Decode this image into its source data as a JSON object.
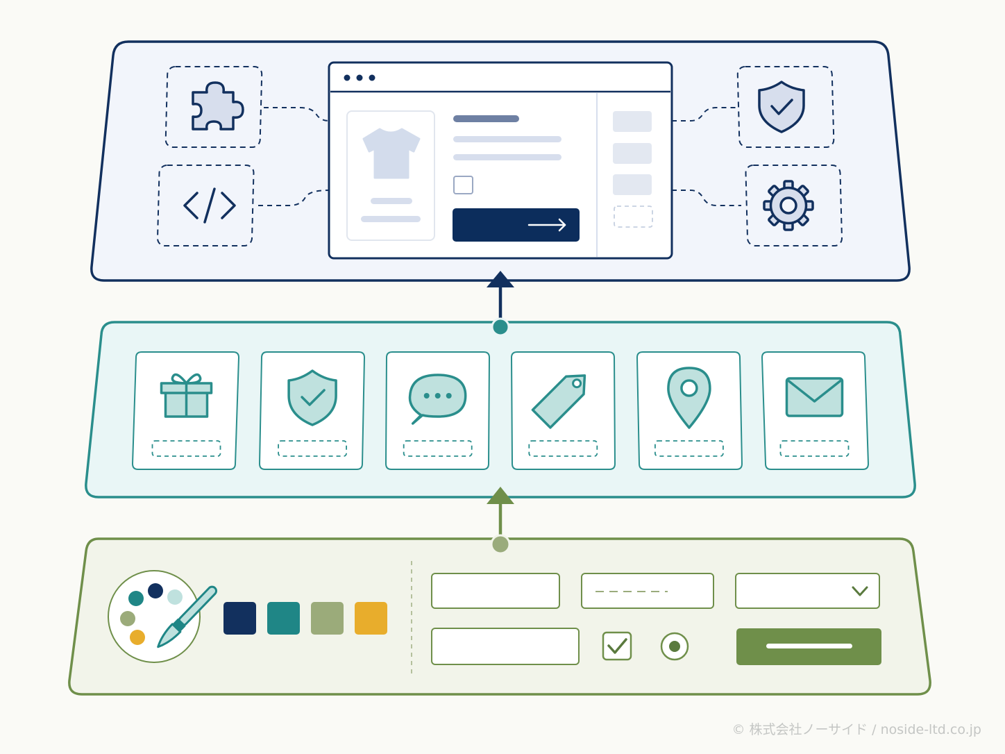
{
  "colors": {
    "background": "#fafaf6",
    "navy": "#12305e",
    "navy_dark": "#0c2d5c",
    "navy_fill": "#f2f5fb",
    "navy_soft": "#d7deed",
    "teal": "#2a8e8c",
    "teal_fill": "#e9f6f6",
    "teal_soft": "#bfe1de",
    "olive": "#6f8f4a",
    "olive_fill": "#f2f4ea",
    "swatch_navy": "#12305e",
    "swatch_teal": "#1f8686",
    "swatch_sage": "#9bab7a",
    "swatch_gold": "#e8ad2c",
    "credit": "#c4c6c4"
  },
  "layers": {
    "top": {
      "side_icons_left": [
        "puzzle-icon",
        "code-icon"
      ],
      "side_icons_right": [
        "shield-check-icon",
        "gear-icon"
      ],
      "browser": {
        "product_icon": "tshirt-icon",
        "cta_icon": "arrow-right-icon"
      }
    },
    "middle": {
      "cards": [
        {
          "icon": "gift-icon"
        },
        {
          "icon": "shield-check-icon"
        },
        {
          "icon": "chat-bubble-icon"
        },
        {
          "icon": "tag-icon"
        },
        {
          "icon": "location-pin-icon"
        },
        {
          "icon": "envelope-icon"
        }
      ]
    },
    "bottom": {
      "palette_icon": "palette-brush-icon",
      "swatches": [
        "#12305e",
        "#1f8686",
        "#9bab7a",
        "#e8ad2c"
      ],
      "controls": [
        "text-input",
        "placeholder-input",
        "select-dropdown",
        "text-input",
        "checkbox-checked",
        "radio-selected",
        "primary-button"
      ]
    }
  },
  "credit": "© 株式会社ノーサイド / noside-ltd.co.jp"
}
